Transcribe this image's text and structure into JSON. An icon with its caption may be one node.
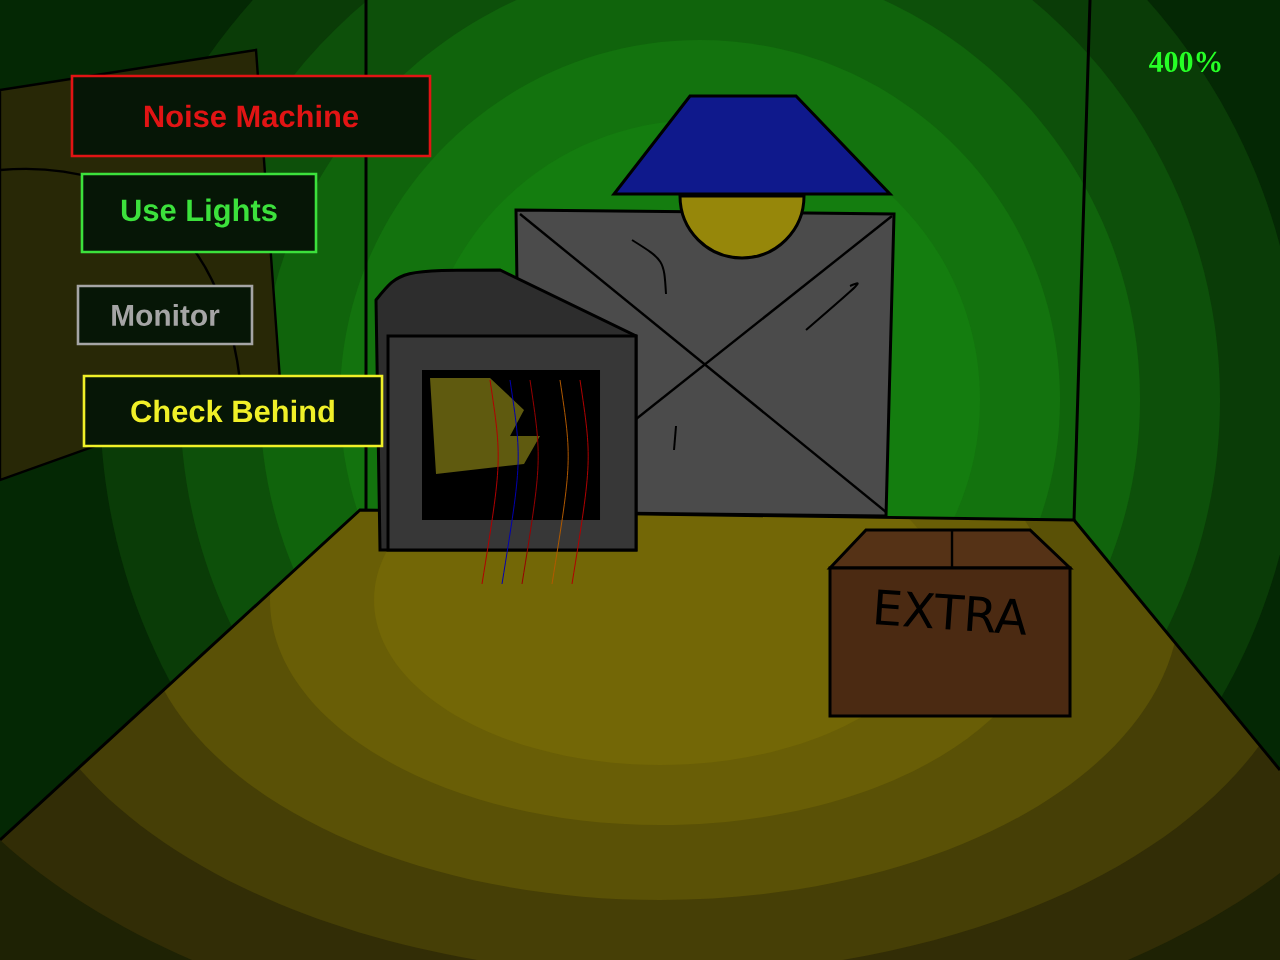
{
  "diagram": {
    "nodes": [
      {
        "text": [
          "Noise Machine"
        ]
      },
      {
        "text": [
          "Use Lights"
        ]
      },
      {
        "text": [
          "Monitor"
        ]
      },
      {
        "text": [
          "Check Behind"
        ]
      }
    ],
    "labels": [
      "400%",
      "EXTRA"
    ]
  }
}
